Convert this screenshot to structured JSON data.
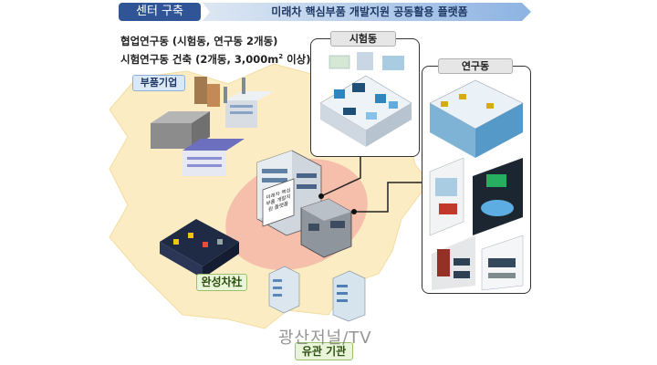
{
  "header": {
    "tag": "센터 구축",
    "banner": "미래차 핵심부품 개발지원 공동활용 플랫폼"
  },
  "notes": {
    "line1": "협업연구동 (시험동, 연구동 2개동)",
    "line2_prefix": "시험연구동 건축 (2개동, 3,000m",
    "line2_sup": "2",
    "line2_suffix": " 이상)"
  },
  "labels": {
    "parts_company": "부품기업",
    "test_building": "시험동",
    "research_building": "연구동",
    "automaker": "완성차社",
    "related_agency": "유관 기관",
    "center_sign": "미래차 핵심부품 개발지원 플랫폼"
  },
  "watermark": "광산저널/TV",
  "colors": {
    "tag_bg": "#2f5597",
    "banner_grad_start": "#d9e4f2",
    "banner_grad_end": "#8eb4e3",
    "region_fill": "#fbecc3",
    "center_glow": "#f7b4a6"
  }
}
